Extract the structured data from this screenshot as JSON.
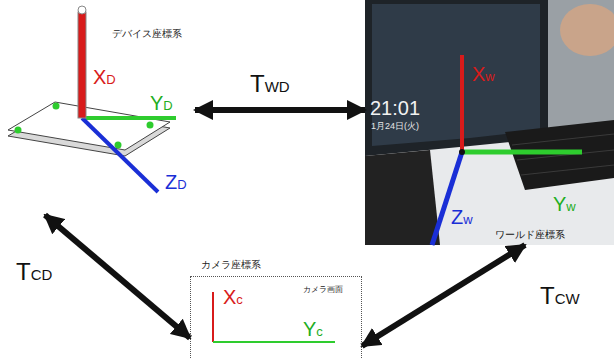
{
  "diagram": {
    "nodes": [
      {
        "text": [
          "デバイス座標系",
          "XD",
          "YD",
          "ZD"
        ]
      },
      {
        "text": [
          "ワールド座標系",
          "Xw",
          "Yw",
          "Zw"
        ]
      },
      {
        "text": [
          "カメラ座標系",
          "カメラ画面",
          "Xc",
          "Yc"
        ]
      }
    ],
    "edges": [
      {
        "from": 0,
        "to": 1,
        "arrow": "both",
        "label": "TWD"
      },
      {
        "from": 0,
        "to": 2,
        "arrow": "both",
        "label": "TCD"
      },
      {
        "from": 2,
        "to": 1,
        "arrow": "both",
        "label": "TCW"
      }
    ],
    "labels": [
      "21:01",
      "1月24日(火)"
    ]
  }
}
